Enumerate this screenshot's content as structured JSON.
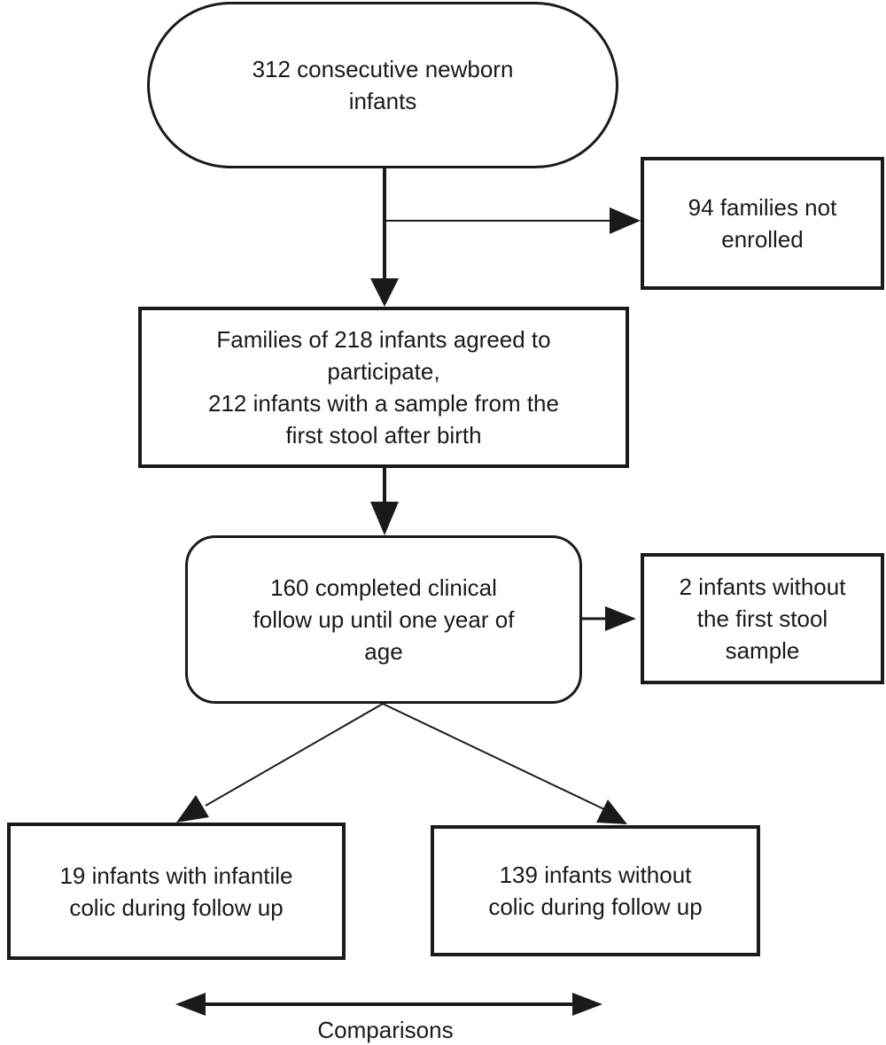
{
  "flowchart": {
    "start": {
      "lines": [
        "312 consecutive newborn",
        "infants"
      ]
    },
    "not_enrolled": {
      "lines": [
        "94 families not",
        "enrolled"
      ]
    },
    "agreed": {
      "lines": [
        "Families of 218 infants agreed to",
        "participate,",
        "212 infants with a sample from the",
        "first stool after birth"
      ]
    },
    "followup": {
      "lines": [
        "160 completed clinical",
        "follow up until one year of",
        "age"
      ]
    },
    "no_stool": {
      "lines": [
        "2 infants without",
        "the first stool",
        "sample"
      ]
    },
    "colic": {
      "lines": [
        "19 infants with infantile",
        "colic during follow up"
      ]
    },
    "no_colic": {
      "lines": [
        "139 infants without",
        "colic during follow up"
      ]
    },
    "comparisons_label": "Comparisons"
  },
  "colors": {
    "stroke": "#1a1a1a",
    "background": "#ffffff",
    "text": "#1a1a1a"
  }
}
